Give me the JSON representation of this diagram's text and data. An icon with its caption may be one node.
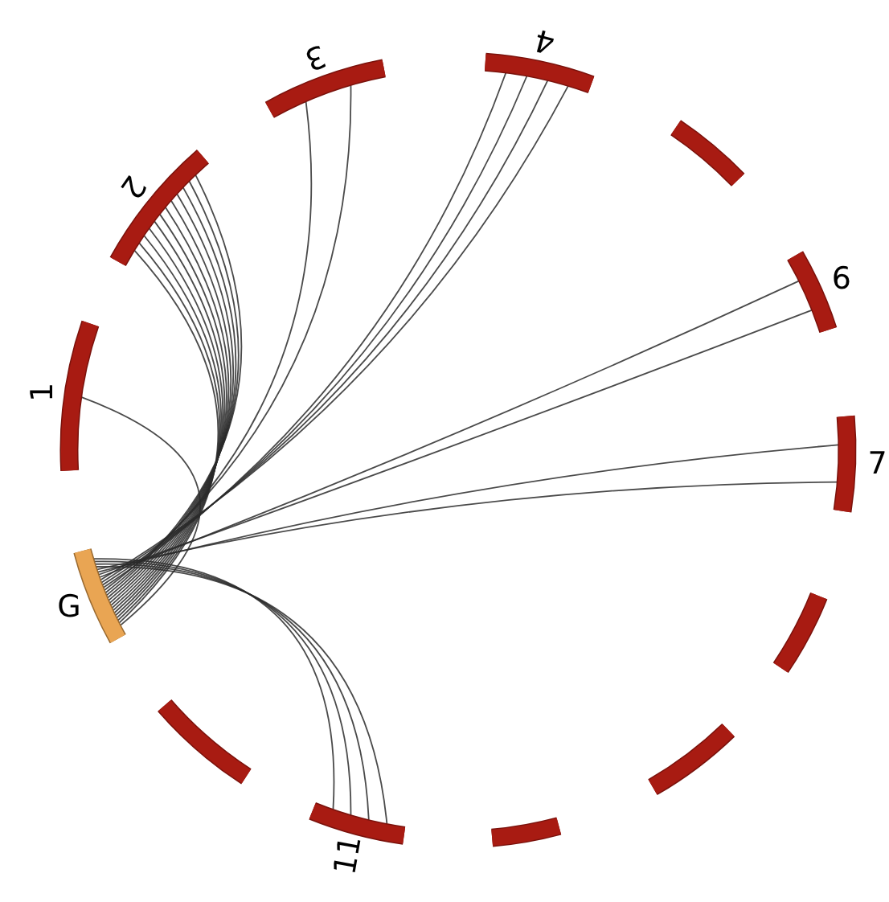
{
  "diagram": {
    "nodes": [
      {
        "text": [
          "1"
        ]
      },
      {
        "text": [
          "2"
        ]
      },
      {
        "text": [
          "3"
        ]
      },
      {
        "text": [
          "4"
        ]
      },
      {
        "text": [],
        "shape": "bar"
      },
      {
        "text": [
          "6"
        ]
      },
      {
        "text": [
          "7"
        ]
      },
      {
        "text": [],
        "shape": "bar"
      },
      {
        "text": [],
        "shape": "bar"
      },
      {
        "text": [],
        "shape": "bar"
      },
      {
        "text": [
          "11"
        ]
      },
      {
        "text": [],
        "shape": "bar"
      },
      {
        "text": [
          "G"
        ]
      }
    ],
    "edges": [
      {
        "from": 12,
        "to": 0,
        "arrow": "none"
      },
      {
        "from": 12,
        "to": 1,
        "arrow": "none"
      },
      {
        "from": 12,
        "to": 1,
        "arrow": "none"
      },
      {
        "from": 12,
        "to": 1,
        "arrow": "none"
      },
      {
        "from": 12,
        "to": 1,
        "arrow": "none"
      },
      {
        "from": 12,
        "to": 1,
        "arrow": "none"
      },
      {
        "from": 12,
        "to": 1,
        "arrow": "none"
      },
      {
        "from": 12,
        "to": 1,
        "arrow": "none"
      },
      {
        "from": 12,
        "to": 1,
        "arrow": "none"
      },
      {
        "from": 12,
        "to": 1,
        "arrow": "none"
      },
      {
        "from": 12,
        "to": 1,
        "arrow": "none"
      },
      {
        "from": 12,
        "to": 1,
        "arrow": "none"
      },
      {
        "from": 12,
        "to": 1,
        "arrow": "none"
      },
      {
        "from": 12,
        "to": 2,
        "arrow": "none"
      },
      {
        "from": 12,
        "to": 2,
        "arrow": "none"
      },
      {
        "from": 12,
        "to": 3,
        "arrow": "none"
      },
      {
        "from": 12,
        "to": 3,
        "arrow": "none"
      },
      {
        "from": 12,
        "to": 3,
        "arrow": "none"
      },
      {
        "from": 12,
        "to": 3,
        "arrow": "none"
      },
      {
        "from": 12,
        "to": 5,
        "arrow": "none"
      },
      {
        "from": 12,
        "to": 5,
        "arrow": "none"
      },
      {
        "from": 12,
        "to": 6,
        "arrow": "none"
      },
      {
        "from": 12,
        "to": 6,
        "arrow": "none"
      },
      {
        "from": 12,
        "to": 10,
        "arrow": "none"
      },
      {
        "from": 12,
        "to": 10,
        "arrow": "none"
      },
      {
        "from": 12,
        "to": 10,
        "arrow": "none"
      },
      {
        "from": 12,
        "to": 10,
        "arrow": "none"
      }
    ]
  }
}
